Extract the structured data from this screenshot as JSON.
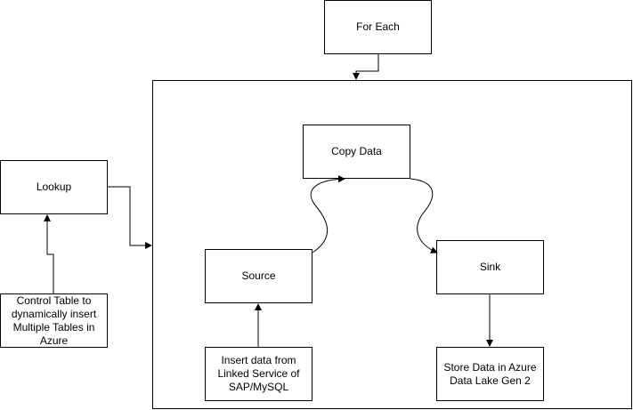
{
  "nodes": {
    "for_each": "For Each",
    "copy_data": "Copy Data",
    "lookup": "Lookup",
    "source": "Source",
    "sink": "Sink",
    "control_table": "Control Table to dynamically insert Multiple Tables in Azure",
    "insert_data": "Insert data from Linked Service of SAP/MySQL",
    "store_data": "Store Data in Azure Data Lake Gen 2"
  }
}
